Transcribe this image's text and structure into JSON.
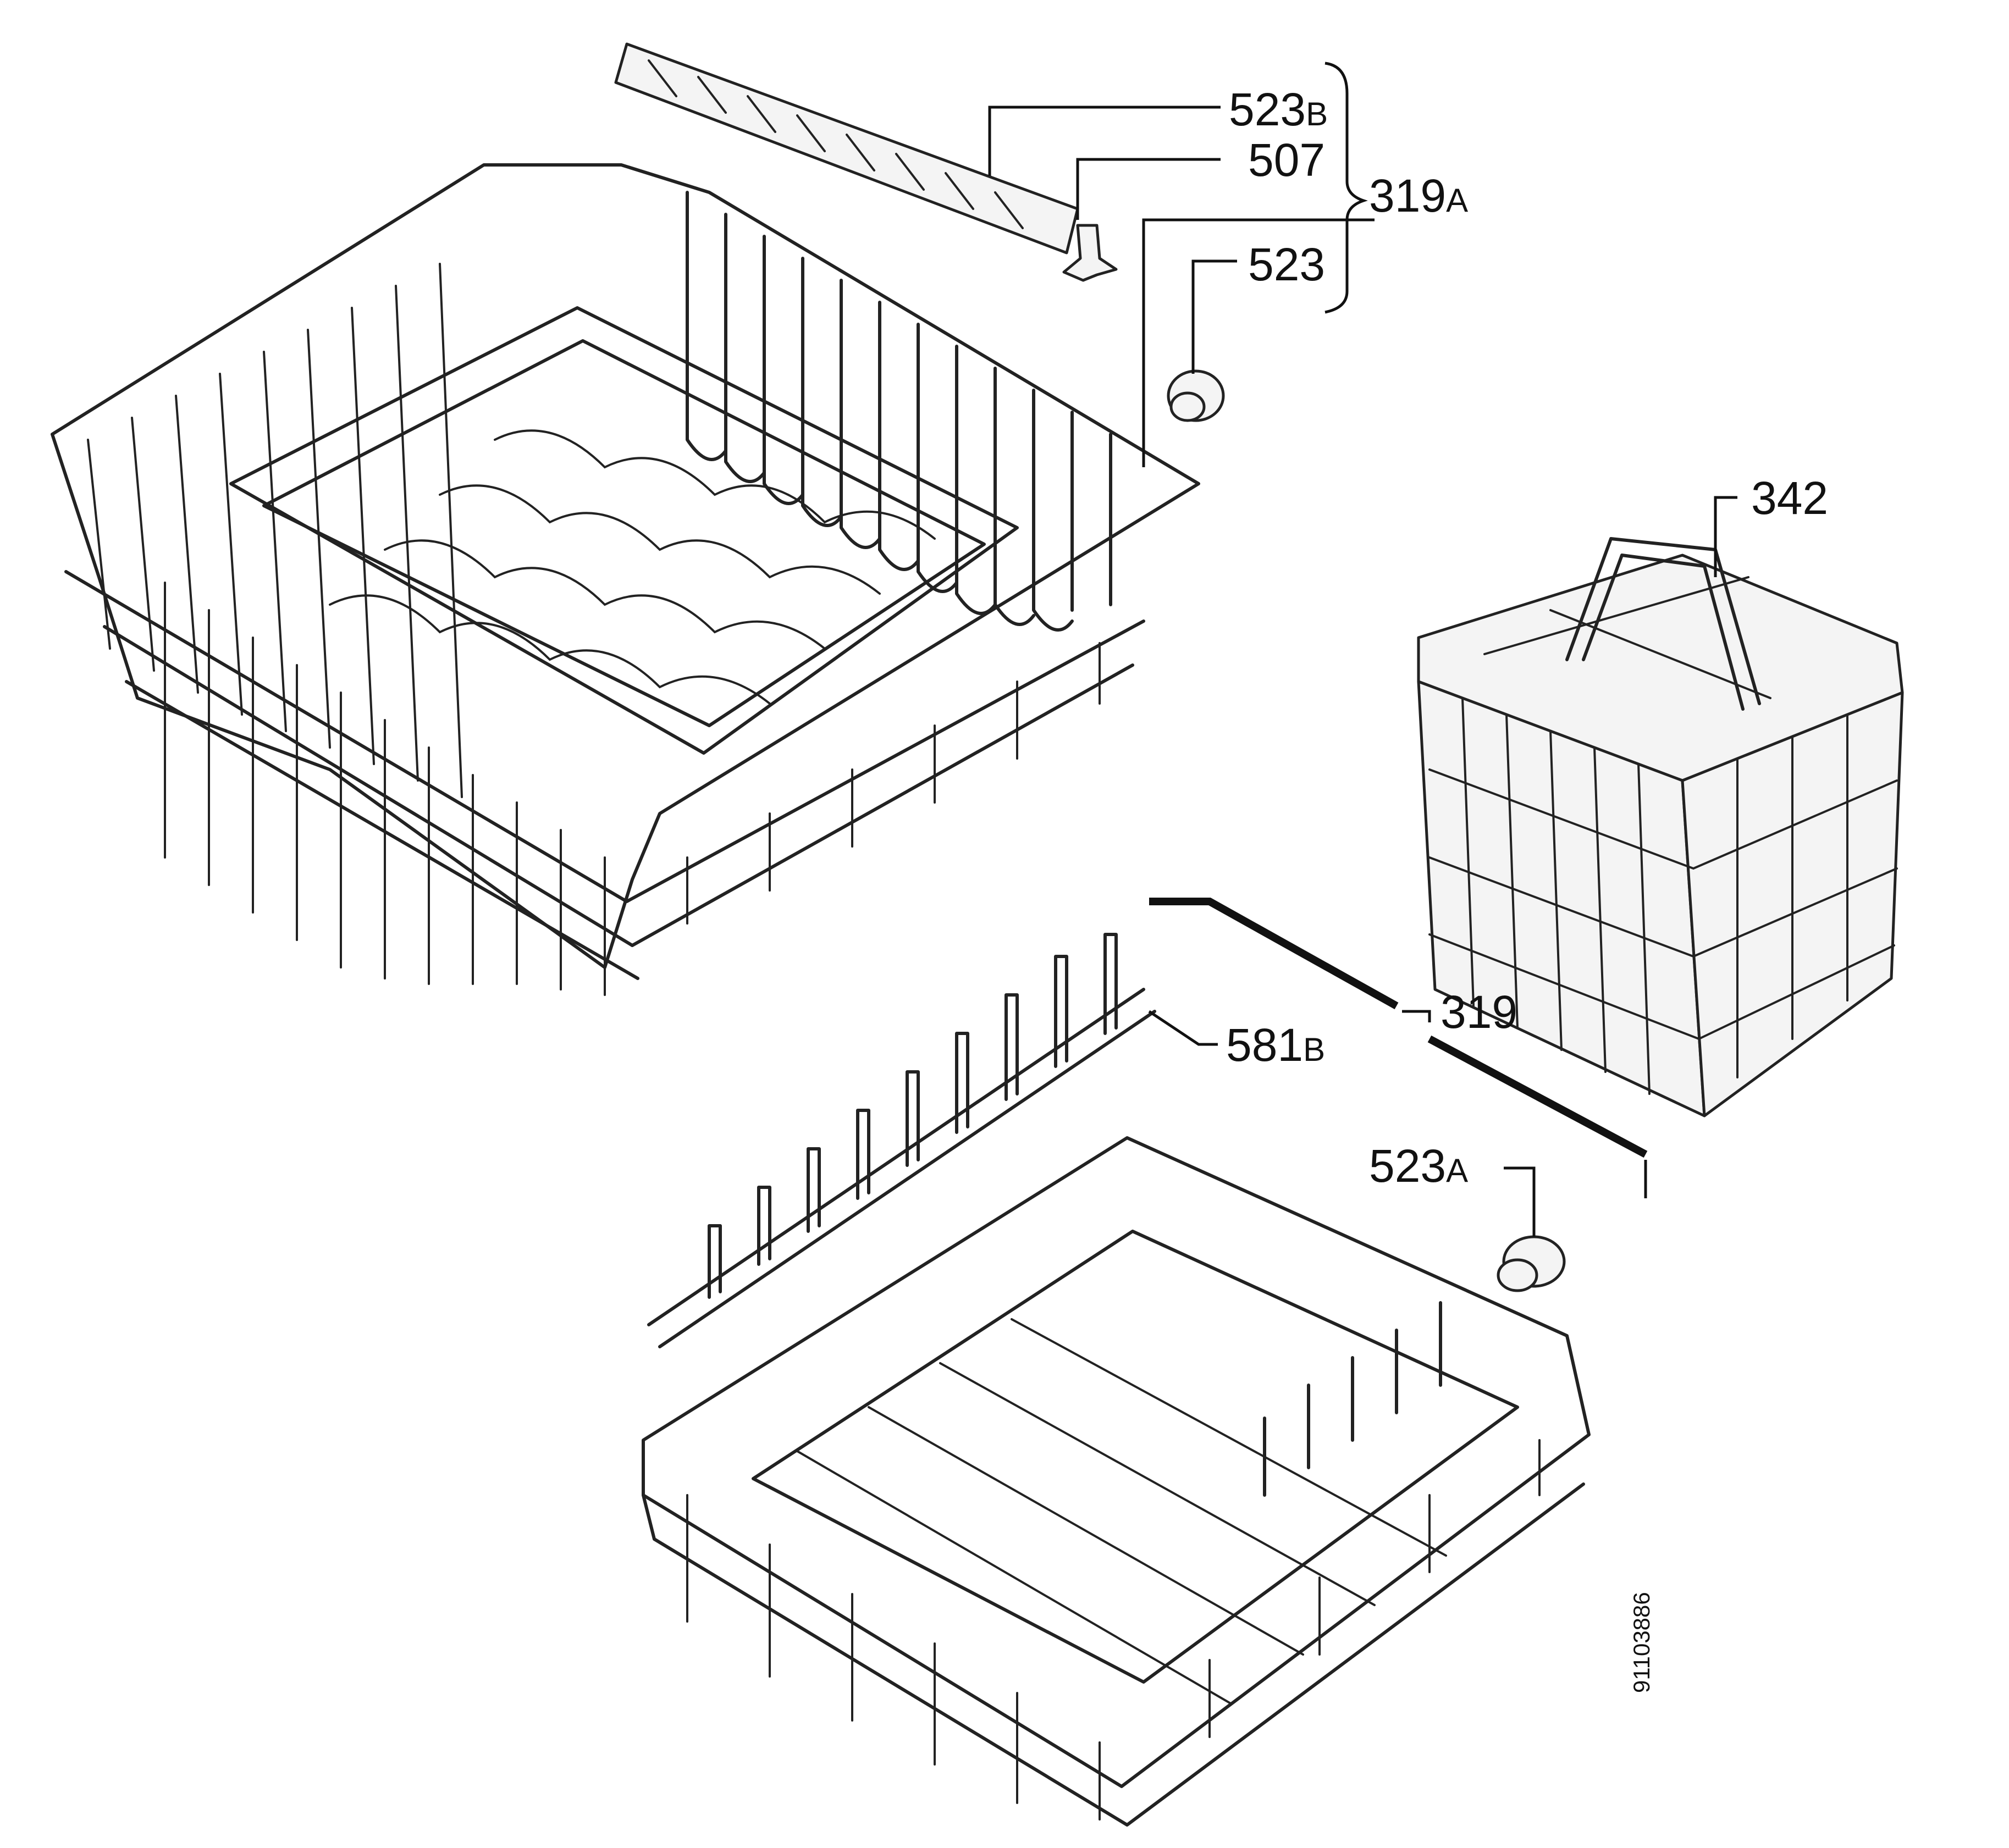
{
  "parts": {
    "p523b": {
      "num": "523",
      "suffix": "B"
    },
    "p507": {
      "num": "507",
      "suffix": ""
    },
    "p319a": {
      "num": "319",
      "suffix": "A"
    },
    "p523": {
      "num": "523",
      "suffix": ""
    },
    "p342": {
      "num": "342",
      "suffix": ""
    },
    "p319": {
      "num": "319",
      "suffix": ""
    },
    "p581b": {
      "num": "581",
      "suffix": "B"
    },
    "p523a": {
      "num": "523",
      "suffix": "A"
    }
  },
  "drawing_number": "91103886",
  "colors": {
    "line": "#111111",
    "background": "#ffffff"
  }
}
